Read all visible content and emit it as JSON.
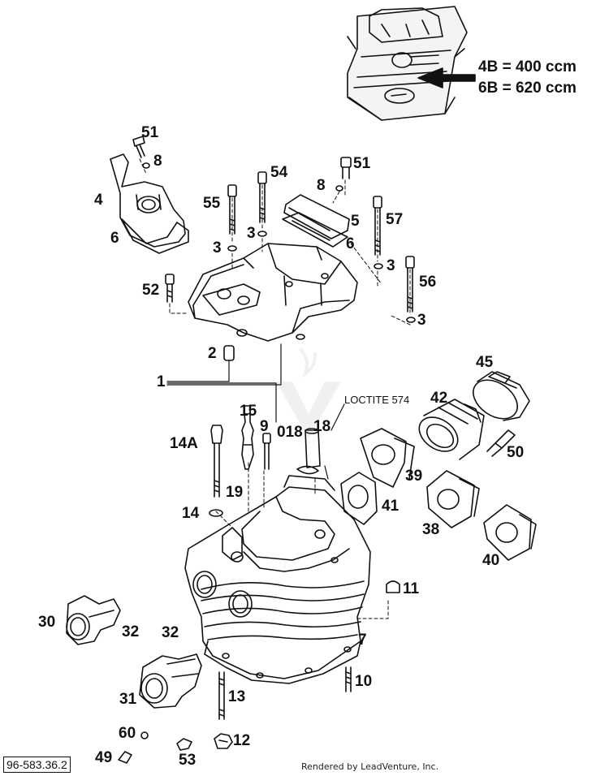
{
  "engine_callout": {
    "line1": "4B = 400 ccm",
    "line2": "6B = 620 ccm"
  },
  "note": "LOCTITE 574",
  "labels": {
    "l51a": "51",
    "l8a": "8",
    "l4": "4",
    "l6a": "6",
    "l55": "55",
    "l54": "54",
    "l8b": "8",
    "l51b": "51",
    "l57": "57",
    "l5": "5",
    "l6b": "6",
    "l3a": "3",
    "l3b": "3",
    "l3c": "3",
    "l56": "56",
    "l3d": "3",
    "l52": "52",
    "l2": "2",
    "l1": "1",
    "l45": "45",
    "l42": "42",
    "l15": "15",
    "l14a": "14A",
    "l9": "9",
    "l018": "018",
    "l18": "18",
    "l50": "50",
    "l39": "39",
    "l19": "19",
    "l14": "14",
    "l41": "41",
    "l38": "38",
    "l40": "40",
    "l11": "11",
    "l30": "30",
    "l32a": "32",
    "l32b": "32",
    "l7": "7",
    "l10": "10",
    "l31": "31",
    "l13": "13",
    "l60": "60",
    "l12": "12",
    "l49": "49",
    "l53": "53"
  },
  "footer": {
    "doc_number": "96-583.36.2",
    "credit": "Rendered by LeadVenture, Inc."
  }
}
